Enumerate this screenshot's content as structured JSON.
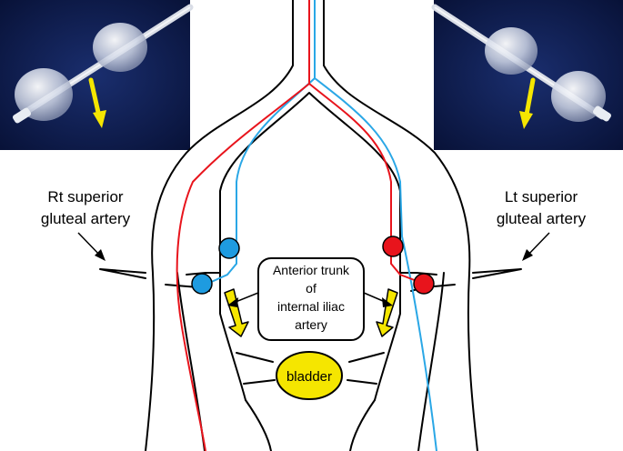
{
  "labels": {
    "rt_gluteal_line1": "Rt superior",
    "rt_gluteal_line2": "gluteal artery",
    "lt_gluteal_line1": "Lt superior",
    "lt_gluteal_line2": "gluteal artery",
    "anterior_line1": "Anterior trunk",
    "anterior_line2": "of",
    "anterior_line3": "internal iliac",
    "anterior_line4": "artery",
    "bladder": "bladder"
  },
  "colors": {
    "catheter_red": "#e8141c",
    "catheter_blue": "#2aa7e6",
    "balloon_red": "#e8141c",
    "balloon_blue": "#1e9be0",
    "flow_arrow": "#f5e600",
    "bladder_fill": "#f5e600",
    "photo_background": "#0d1a4a"
  },
  "icons": {
    "photo_left": "balloon-catheter-photo",
    "photo_right": "balloon-catheter-photo",
    "flow_arrow": "yellow-arrow-icon",
    "pointer": "black-arrow-icon"
  }
}
